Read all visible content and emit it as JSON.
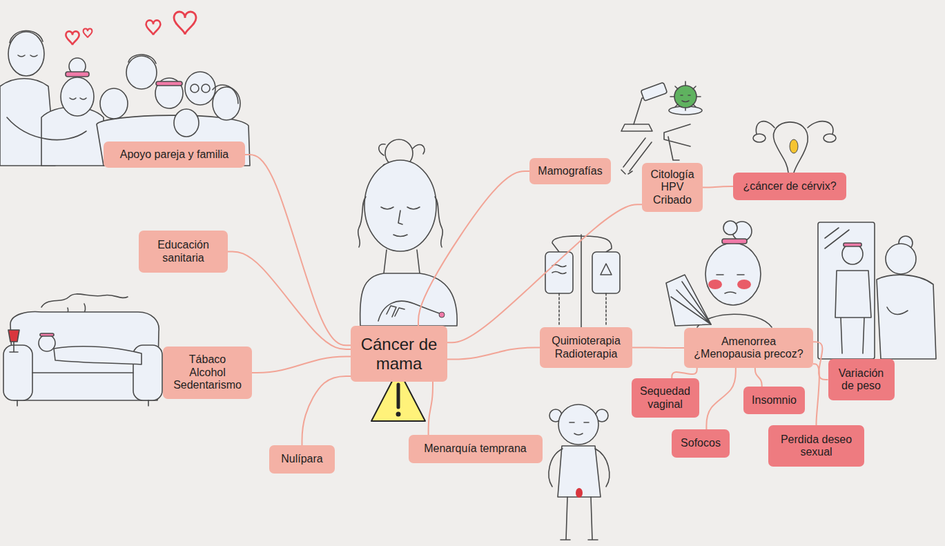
{
  "diagram": {
    "nodes": [
      {
        "text": [
          "Cáncer de mama"
        ]
      },
      {
        "text": [
          "Apoyo pareja y familia"
        ]
      },
      {
        "text": [
          "Mamografías"
        ]
      },
      {
        "text": [
          "Citología HPV Cribado"
        ]
      },
      {
        "text": [
          "¿cáncer de cérvix?"
        ]
      },
      {
        "text": [
          "Educación sanitaria"
        ]
      },
      {
        "text": [
          "Quimioterapia Radioterapia"
        ]
      },
      {
        "text": [
          "Amenorrea ¿Menopausia precoz?"
        ]
      },
      {
        "text": [
          "Tábaco Alcohol Sedentarismo"
        ]
      },
      {
        "text": [
          "Variación de peso"
        ]
      },
      {
        "text": [
          "Sequedad vaginal"
        ]
      },
      {
        "text": [
          "Insomnio"
        ]
      },
      {
        "text": [
          "Sofocos"
        ]
      },
      {
        "text": [
          "Perdida deseo sexual"
        ]
      },
      {
        "text": [
          "Menarquía temprana"
        ]
      },
      {
        "text": [
          "Nulípara"
        ]
      }
    ],
    "edges": [
      {
        "from": 0,
        "to": 1,
        "arrow": "none"
      },
      {
        "from": 0,
        "to": 5,
        "arrow": "none"
      },
      {
        "from": 0,
        "to": 8,
        "arrow": "none"
      },
      {
        "from": 0,
        "to": 15,
        "arrow": "none"
      },
      {
        "from": 0,
        "to": 14,
        "arrow": "none"
      },
      {
        "from": 0,
        "to": 2,
        "arrow": "none"
      },
      {
        "from": 0,
        "to": 3,
        "arrow": "none"
      },
      {
        "from": 0,
        "to": 6,
        "arrow": "none"
      },
      {
        "from": 3,
        "to": 4,
        "arrow": "none"
      },
      {
        "from": 6,
        "to": 7,
        "arrow": "none"
      },
      {
        "from": 7,
        "to": 10,
        "arrow": "none"
      },
      {
        "from": 7,
        "to": 11,
        "arrow": "none"
      },
      {
        "from": 7,
        "to": 12,
        "arrow": "none"
      },
      {
        "from": 7,
        "to": 13,
        "arrow": "none"
      },
      {
        "from": 7,
        "to": 9,
        "arrow": "none"
      }
    ]
  }
}
